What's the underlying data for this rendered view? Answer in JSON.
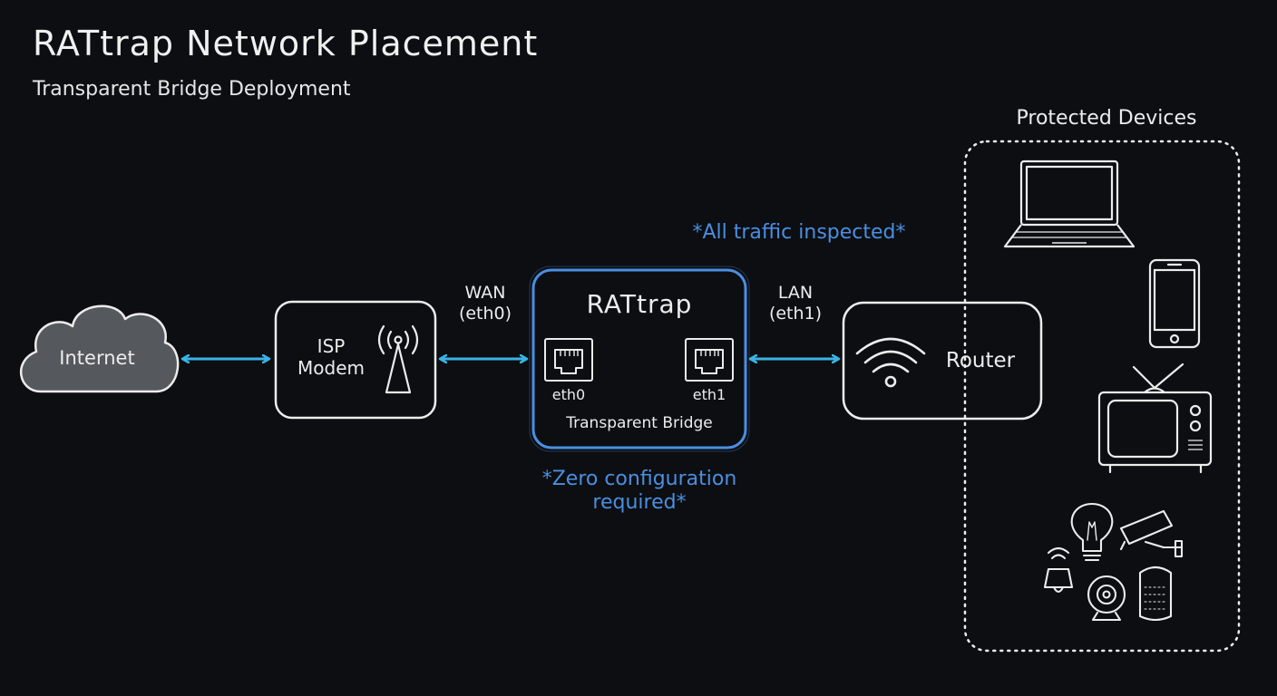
{
  "title": "RATtrap Network Placement",
  "subtitle": "Transparent Bridge Deployment",
  "nodes": {
    "internet": "Internet",
    "isp_modem_line1": "ISP",
    "isp_modem_line2": "Modem",
    "rattrap": "RATtrap",
    "rattrap_port_left": "eth0",
    "rattrap_port_right": "eth1",
    "rattrap_caption": "Transparent Bridge",
    "router": "Router"
  },
  "links": {
    "wan_line1": "WAN",
    "wan_line2": "(eth0)",
    "lan_line1": "LAN",
    "lan_line2": "(eth1)"
  },
  "annotations": {
    "traffic": "*All traffic inspected*",
    "zero_config_line1": "*Zero configuration",
    "zero_config_line2": "required*"
  },
  "protected": {
    "label": "Protected Devices",
    "devices": [
      "laptop-icon",
      "smartphone-icon",
      "tv-icon",
      "smart-home-icon"
    ]
  },
  "colors": {
    "background": "#0d0e12",
    "line": "#ececec",
    "accent_blue": "#4a8fe0",
    "arrow_cyan": "#3ab4e6",
    "cloud_fill": "#55595e"
  }
}
